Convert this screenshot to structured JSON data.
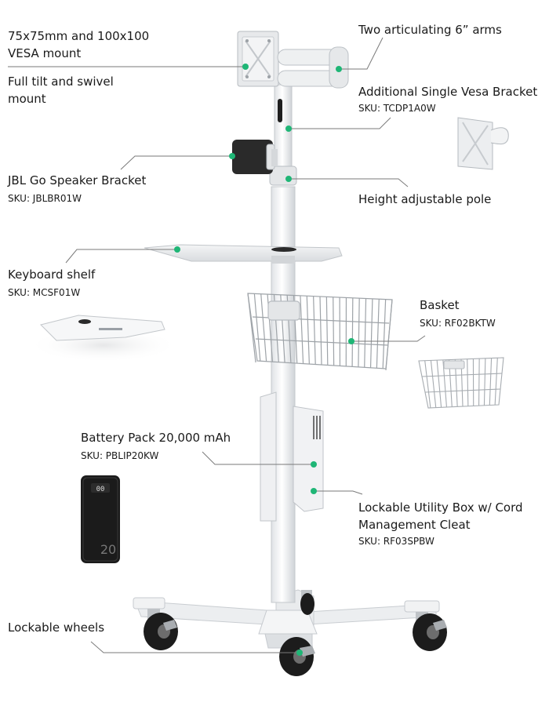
{
  "colors": {
    "leader_line": "#7a7a7a",
    "dot": "#1fb676",
    "cart_white": "#f2f3f4",
    "cart_shade": "#d3d6d9",
    "wheel": "#1c1c1c",
    "battery": "#1b1b1b"
  },
  "labels": {
    "vesa_mount": "75x75mm and 100x100\nVESA mount",
    "tilt_swivel": "Full tilt and swivel\nmount",
    "arms": "Two articulating 6” arms",
    "single_vesa": "Additional Single Vesa Bracket",
    "single_vesa_sku": "SKU: TCDP1A0W",
    "speaker": "JBL Go Speaker Bracket",
    "speaker_sku": "SKU: JBLBR01W",
    "pole": "Height adjustable pole",
    "keyboard": "Keyboard shelf",
    "keyboard_sku": "SKU: MCSF01W",
    "basket": "Basket",
    "basket_sku": "SKU: RF02BKTW",
    "battery": "Battery Pack 20,000 mAh",
    "battery_sku": "SKU: PBLIP20KW",
    "utility_box": "Lockable Utility Box w/ Cord\nManagement Cleat",
    "utility_box_sku": "SKU: RF03SPBW",
    "wheels": "Lockable wheels"
  },
  "battery_display": {
    "screen_text": "00",
    "side_number": "20"
  },
  "icons": {
    "vesa_plate": "vesa-plate-icon",
    "speaker_bracket": "speaker-bracket-icon",
    "basket": "wire-basket-icon",
    "battery": "battery-pack-icon",
    "wheel": "caster-wheel-icon"
  }
}
